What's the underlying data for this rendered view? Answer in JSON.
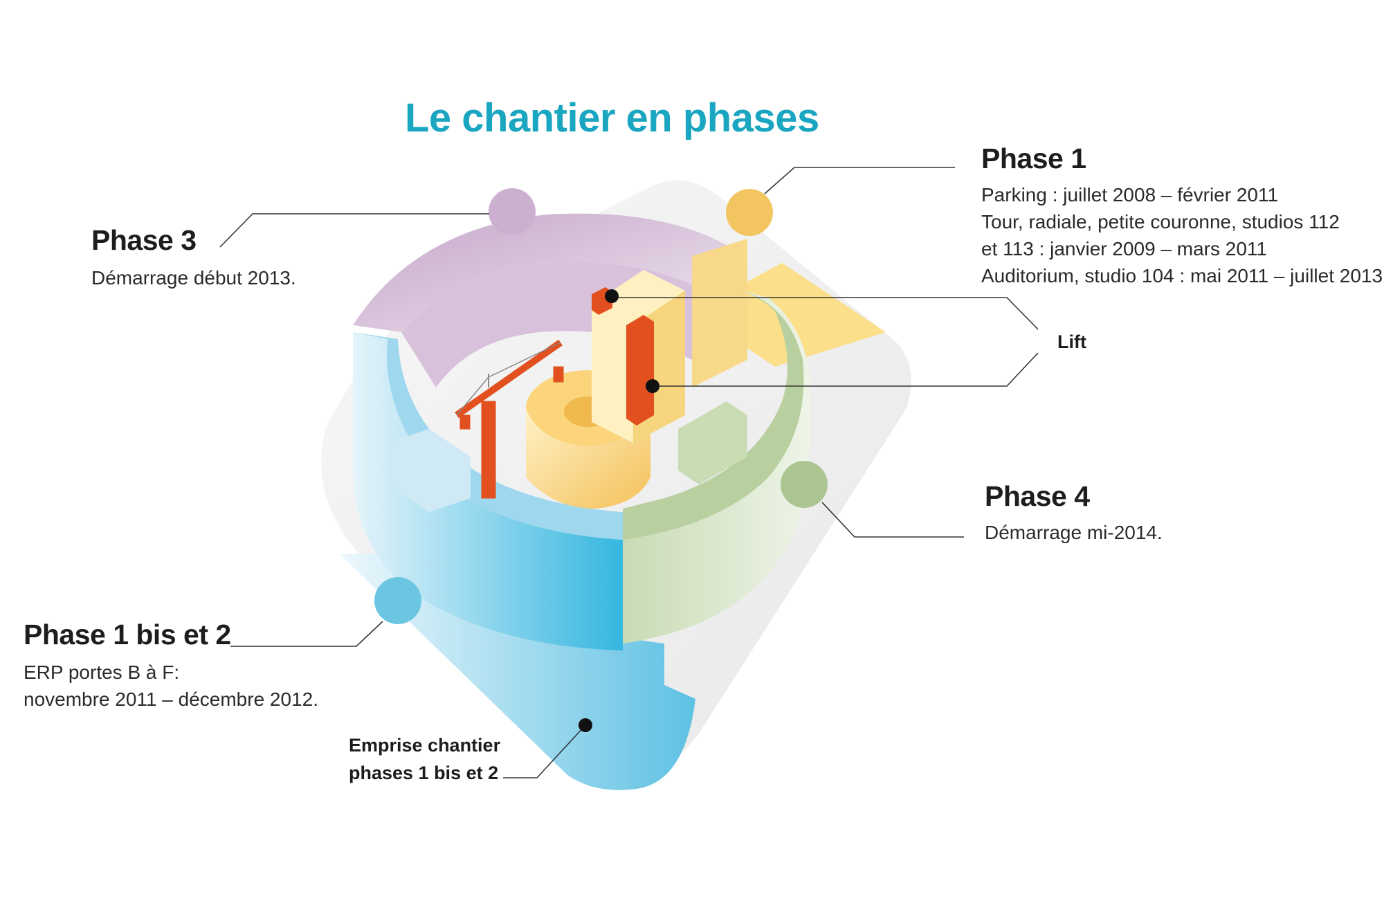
{
  "title": "Le chantier en phases",
  "phase1": {
    "heading": "Phase 1",
    "lines": [
      "Parking : juillet 2008 – février 2011",
      "Tour, radiale, petite couronne, studios 112",
      "et 113 : janvier 2009 – mars 2011",
      "Auditorium, studio 104 : mai 2011 – juillet 2013."
    ],
    "color": "#f3c560"
  },
  "phase3": {
    "heading": "Phase 3",
    "lines": [
      "Démarrage début 2013."
    ],
    "color": "#cbb1cf"
  },
  "phase4": {
    "heading": "Phase 4",
    "lines": [
      "Démarrage mi-2014."
    ],
    "color": "#aac592"
  },
  "phase1bis": {
    "heading": "Phase 1 bis et 2",
    "lines": [
      "ERP portes B à F:",
      "novembre 2011 – décembre 2012."
    ],
    "color": "#6cc6e2"
  },
  "lift_label": "Lift",
  "emprise_label": [
    "Emprise chantier",
    "phases 1 bis et 2"
  ],
  "accent_color": "#1aa5c0",
  "crane_color": "#e2501f"
}
